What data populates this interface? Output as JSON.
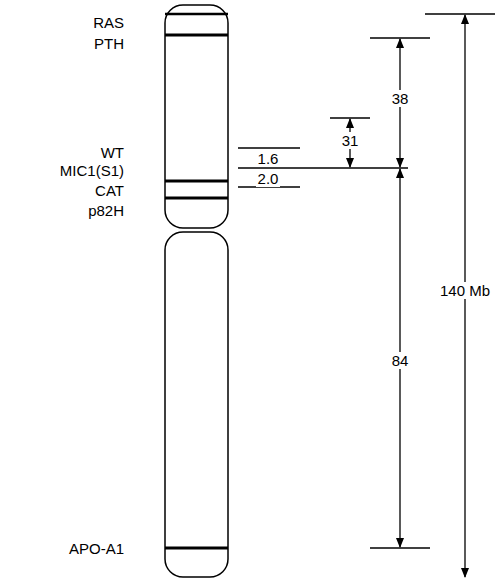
{
  "diagram": {
    "labels": [
      "RAS",
      "PTH",
      "WT",
      "MIC1(S1)",
      "CAT",
      "p82H",
      "APO-A1",
      "31",
      "38",
      "1.6",
      "2.0",
      "84",
      "140 Mb"
    ]
  }
}
